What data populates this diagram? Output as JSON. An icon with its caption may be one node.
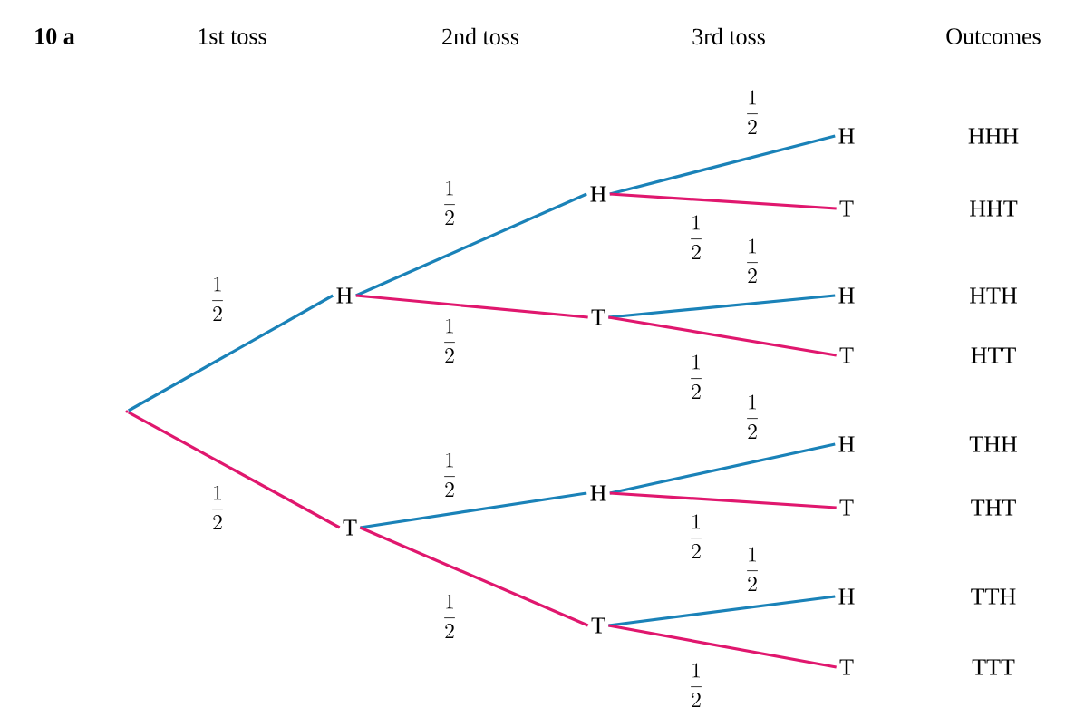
{
  "diagram": {
    "nodes": [
      {
        "text": [],
        "shape": "point"
      },
      {
        "text": [
          "H"
        ]
      },
      {
        "text": [
          "T"
        ]
      },
      {
        "text": [
          "H"
        ]
      },
      {
        "text": [
          "T"
        ]
      },
      {
        "text": [
          "H"
        ]
      },
      {
        "text": [
          "T"
        ]
      },
      {
        "text": [
          "H"
        ]
      },
      {
        "text": [
          "T"
        ]
      },
      {
        "text": [
          "H"
        ]
      },
      {
        "text": [
          "T"
        ]
      },
      {
        "text": [
          "H"
        ]
      },
      {
        "text": [
          "T"
        ]
      },
      {
        "text": [
          "H"
        ]
      },
      {
        "text": [
          "T"
        ]
      }
    ],
    "edges": [
      {
        "from": 0,
        "to": 1,
        "arrow": "none",
        "label": "\\frac{1}{2}",
        "color": "#1a82b8"
      },
      {
        "from": 0,
        "to": 2,
        "arrow": "none",
        "label": "\\frac{1}{2}",
        "color": "#e0176e"
      },
      {
        "from": 1,
        "to": 3,
        "arrow": "none",
        "label": "\\frac{1}{2}",
        "color": "#1a82b8"
      },
      {
        "from": 1,
        "to": 4,
        "arrow": "none",
        "label": "\\frac{1}{2}",
        "color": "#e0176e"
      },
      {
        "from": 2,
        "to": 5,
        "arrow": "none",
        "label": "\\frac{1}{2}",
        "color": "#1a82b8"
      },
      {
        "from": 2,
        "to": 6,
        "arrow": "none",
        "label": "\\frac{1}{2}",
        "color": "#e0176e"
      },
      {
        "from": 3,
        "to": 7,
        "arrow": "none",
        "label": "\\frac{1}{2}",
        "color": "#1a82b8"
      },
      {
        "from": 3,
        "to": 8,
        "arrow": "none",
        "label": "\\frac{1}{2}",
        "color": "#e0176e"
      },
      {
        "from": 4,
        "to": 9,
        "arrow": "none",
        "label": "\\frac{1}{2}",
        "color": "#1a82b8"
      },
      {
        "from": 4,
        "to": 10,
        "arrow": "none",
        "label": "\\frac{1}{2}",
        "color": "#e0176e"
      },
      {
        "from": 5,
        "to": 11,
        "arrow": "none",
        "label": "\\frac{1}{2}",
        "color": "#1a82b8"
      },
      {
        "from": 5,
        "to": 12,
        "arrow": "none",
        "label": "\\frac{1}{2}",
        "color": "#e0176e"
      },
      {
        "from": 6,
        "to": 13,
        "arrow": "none",
        "label": "\\frac{1}{2}",
        "color": "#1a82b8"
      },
      {
        "from": 6,
        "to": 14,
        "arrow": "none",
        "label": "\\frac{1}{2}",
        "color": "#e0176e"
      }
    ],
    "labels": [
      "10 a",
      "1st toss",
      "2nd toss",
      "3rd toss",
      "Outcomes",
      "HHH",
      "HHT",
      "HTH",
      "HTT",
      "THH",
      "THT",
      "TTH",
      "TTT"
    ]
  }
}
